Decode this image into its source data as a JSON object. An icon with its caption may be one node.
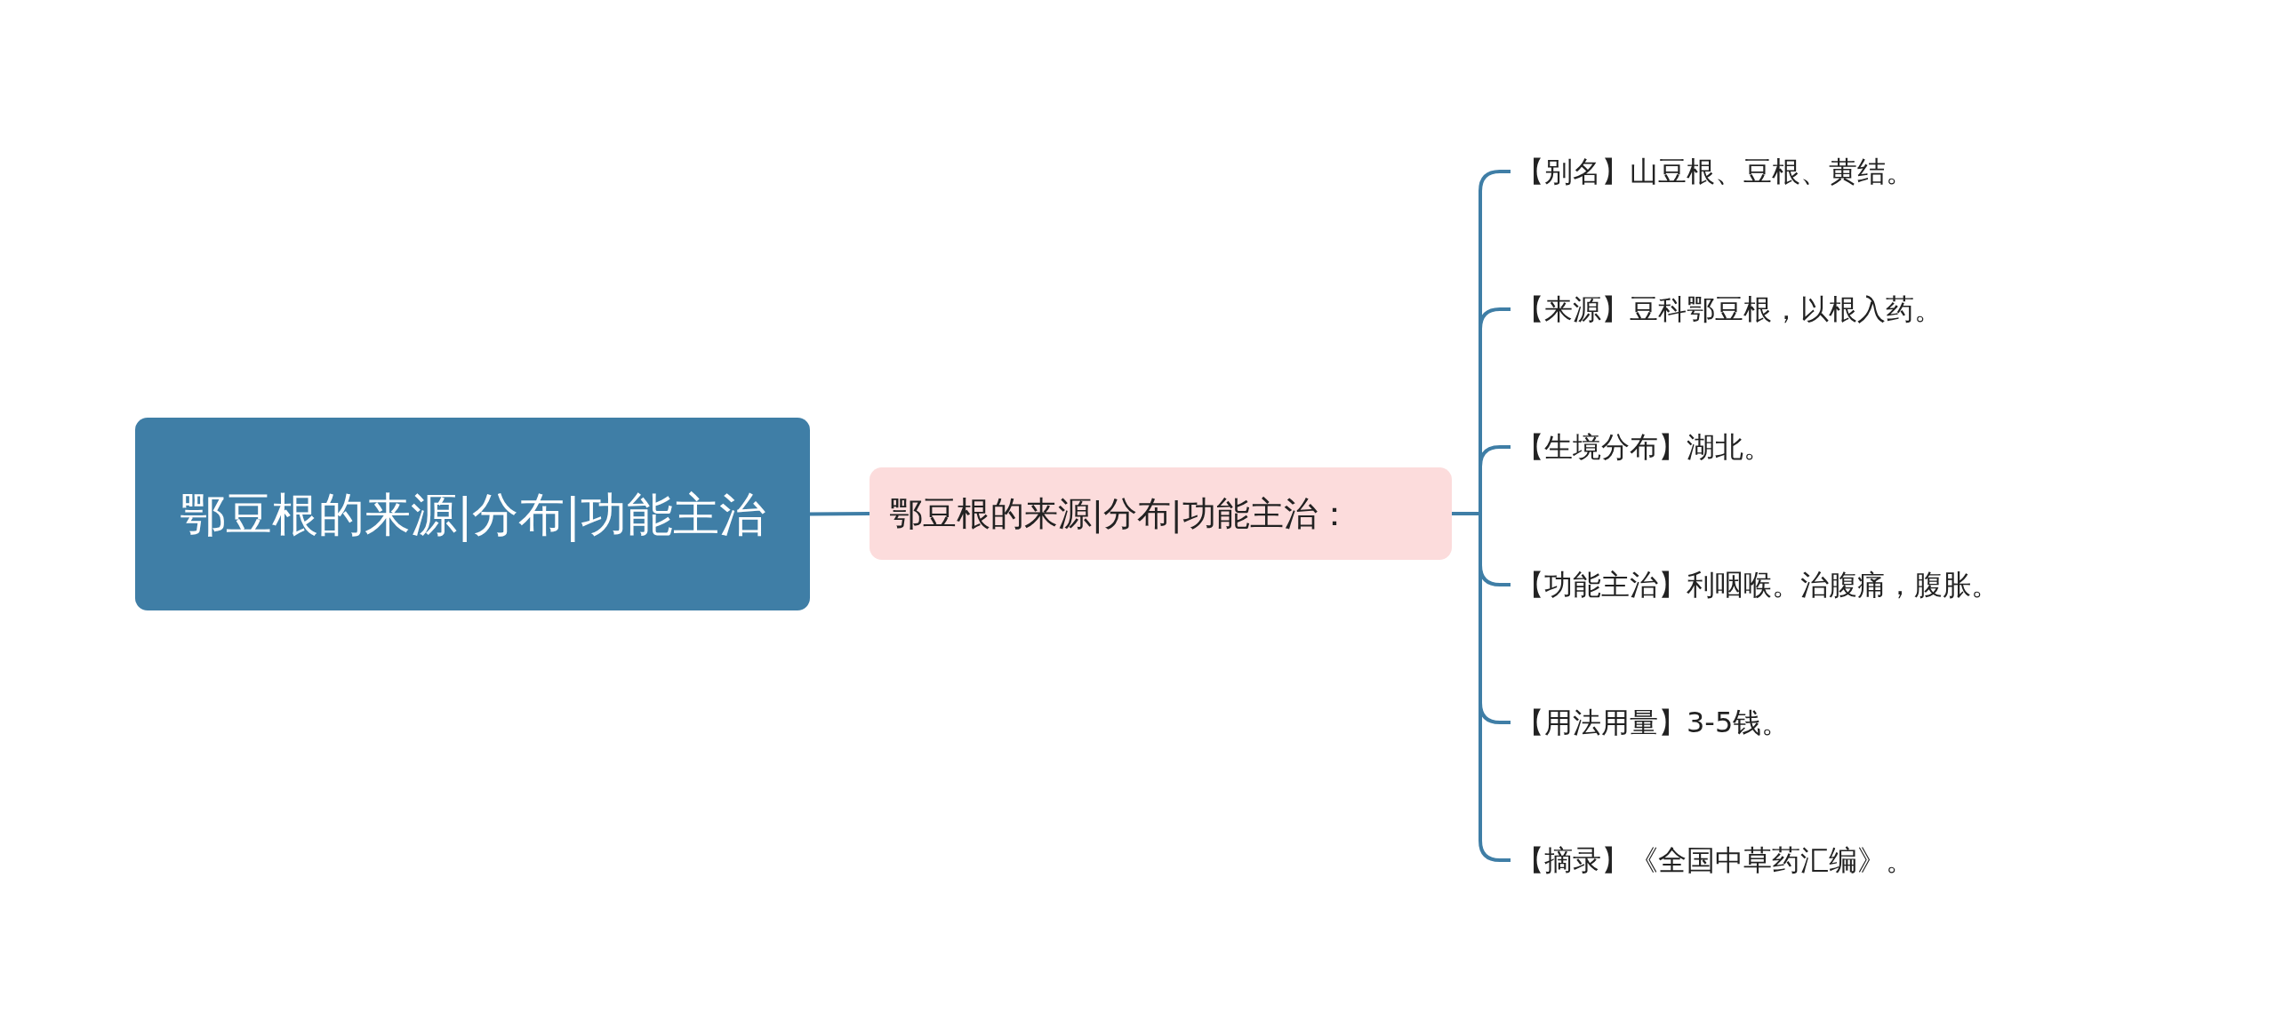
{
  "diagram": {
    "nodes": [
      {
        "text": [
          "鄂豆根的来源|分布|功能主治"
        ]
      },
      {
        "text": [
          "鄂豆根的来源|分布|功能主治："
        ]
      },
      {
        "text": [
          "【别名】山豆根、豆根、黄结。"
        ]
      },
      {
        "text": [
          "【来源】豆科鄂豆根，以根入药。"
        ]
      },
      {
        "text": [
          "【生境分布】湖北。"
        ]
      },
      {
        "text": [
          "【功能主治】利咽喉。治腹痛，腹胀。"
        ]
      },
      {
        "text": [
          "【用法用量】3-5钱。"
        ]
      },
      {
        "text": [
          "【摘录】《全国中草药汇编》。"
        ]
      }
    ],
    "edges": [
      {
        "from": 0,
        "to": 1,
        "arrow": "none"
      },
      {
        "from": 1,
        "to": 2,
        "arrow": "none"
      },
      {
        "from": 1,
        "to": 3,
        "arrow": "none"
      },
      {
        "from": 1,
        "to": 4,
        "arrow": "none"
      },
      {
        "from": 1,
        "to": 5,
        "arrow": "none"
      },
      {
        "from": 1,
        "to": 6,
        "arrow": "none"
      },
      {
        "from": 1,
        "to": 7,
        "arrow": "none"
      }
    ]
  }
}
